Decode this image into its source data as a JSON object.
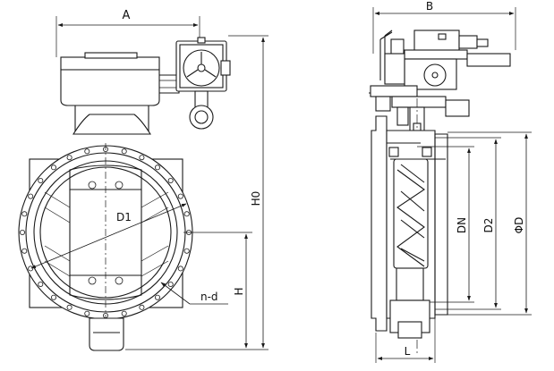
{
  "front_view": {
    "dims": {
      "A": "A",
      "H0": "H0",
      "H": "H",
      "D1": "D1",
      "nd": "n-d"
    }
  },
  "side_view": {
    "dims": {
      "B": "B",
      "L": "L",
      "DN": "DN",
      "D2": "D2",
      "D": "ΦD"
    }
  }
}
